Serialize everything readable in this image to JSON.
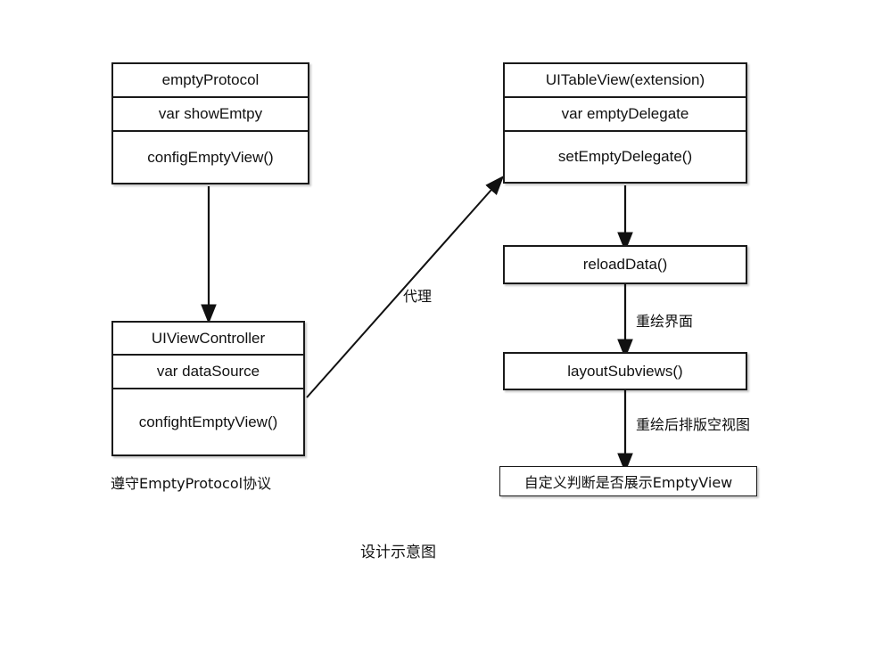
{
  "diagram": {
    "caption": "设计示意图",
    "nodes": {
      "empty_protocol": {
        "title": "emptyProtocol",
        "property": "var showEmtpy",
        "method": "configEmptyView()"
      },
      "view_controller": {
        "title": "UIViewController",
        "property": "var dataSource",
        "method": "confightEmptyView()",
        "note": "遵守EmptyProtocol协议"
      },
      "table_view": {
        "title": "UITableView(extension)",
        "property": "var emptyDelegate",
        "method": "setEmptyDelegate()"
      },
      "reload_data": {
        "title": "reloadData()"
      },
      "layout_subviews": {
        "title": "layoutSubviews()"
      },
      "custom_check": {
        "title": "自定义判断是否展示EmptyView"
      }
    },
    "edges": {
      "protocol_to_controller": {
        "label": ""
      },
      "controller_to_tableview": {
        "label": "代理"
      },
      "tableview_to_reload": {
        "label": ""
      },
      "reload_to_layout": {
        "label": "重绘界面"
      },
      "layout_to_custom": {
        "label": "重绘后排版空视图"
      }
    },
    "colors": {
      "stroke": "#1a1a1a",
      "text": "#111111",
      "background": "#ffffff"
    }
  }
}
